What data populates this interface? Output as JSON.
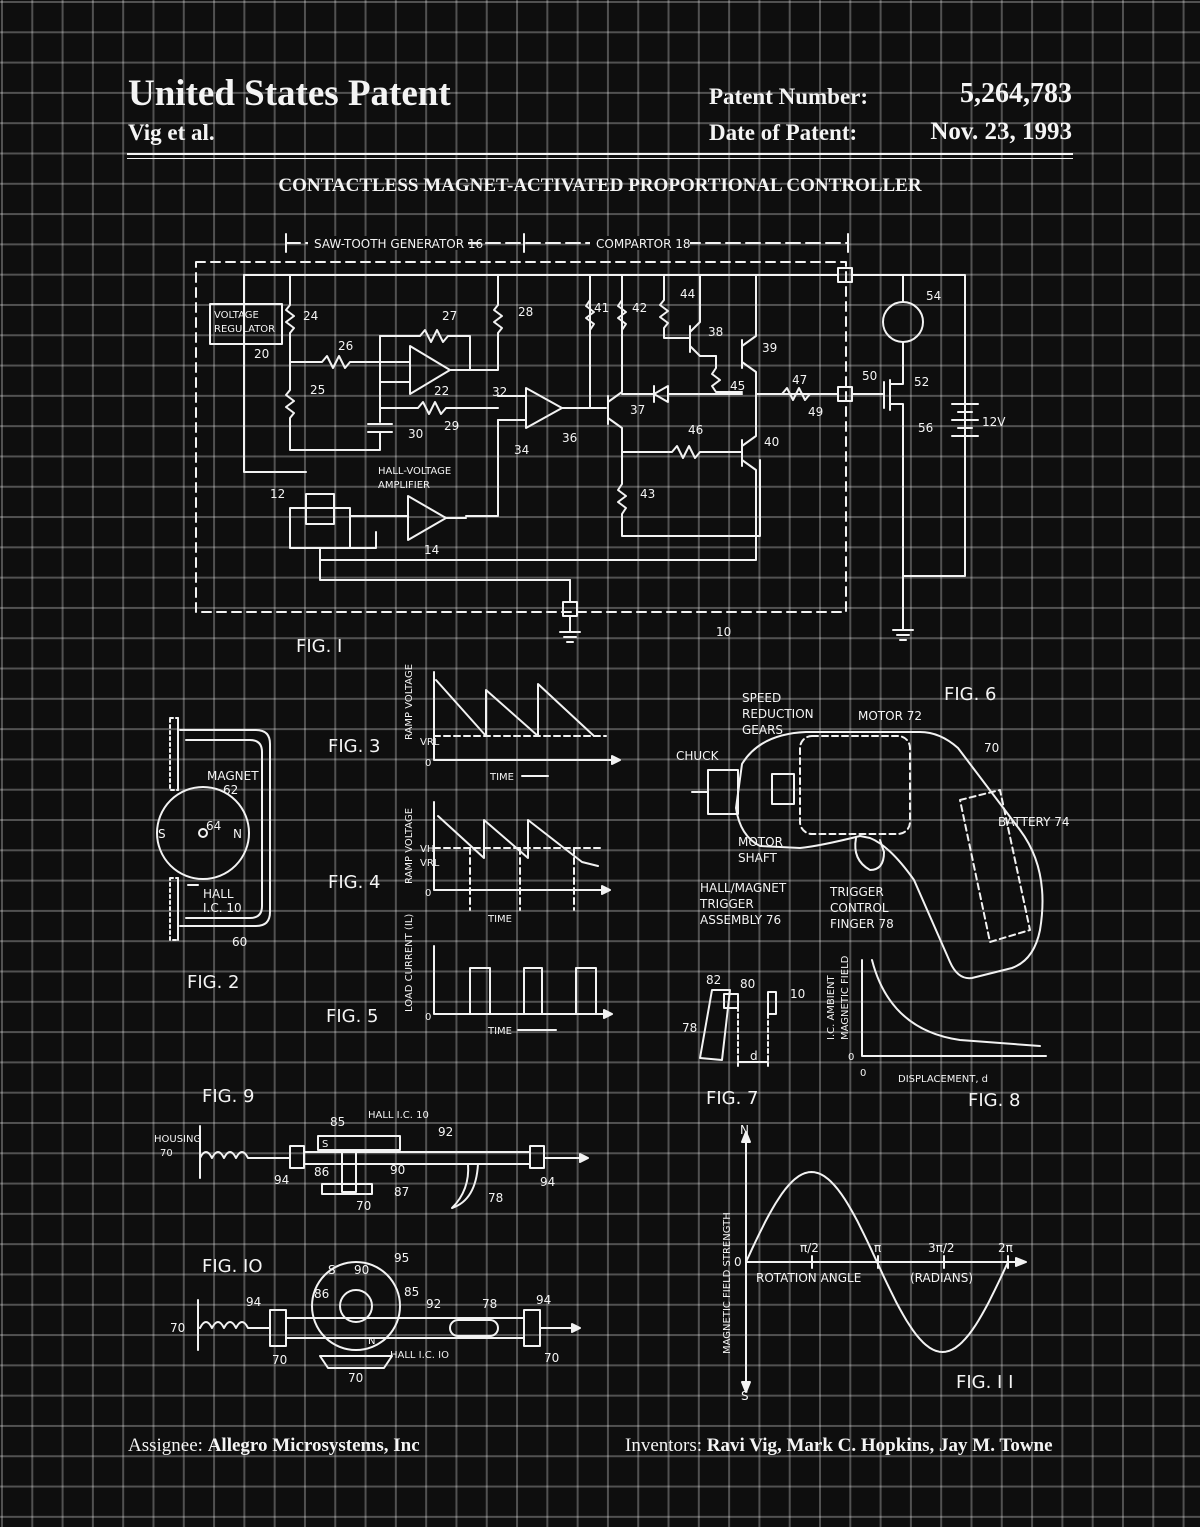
{
  "header": {
    "title": "United States Patent",
    "authors": "Vig et al.",
    "patent_number_label": "Patent Number:",
    "patent_number": "5,264,783",
    "date_label": "Date of Patent:",
    "date": "Nov. 23, 1993"
  },
  "invention_title": "CONTACTLESS MAGNET-ACTIVATED PROPORTIONAL CONTROLLER",
  "footer": {
    "assignee_label": "Assignee:",
    "assignee": "Allegro Microsystems, Inc",
    "inventors_label": "Inventors:",
    "inventors": "Ravi Vig,  Mark C. Hopkins, Jay M. Towne"
  },
  "figures": {
    "fig1": "FIG. I",
    "fig2": "FIG. 2",
    "fig3": "FIG. 3",
    "fig4": "FIG. 4",
    "fig5": "FIG. 5",
    "fig6": "FIG. 6",
    "fig7": "FIG. 7",
    "fig8": "FIG. 8",
    "fig9": "FIG. 9",
    "fig10": "FIG. IO",
    "fig11": "FIG. I I"
  },
  "fig1_labels": {
    "sawtooth": "SAW-TOOTH GENERATOR 16",
    "comparator": "COMPARTOR  18",
    "regulator_1": "VOLTAGE",
    "regulator_2": "REGULATOR",
    "hall_amp_1": "HALL-VOLTAGE",
    "hall_amp_2": "AMPLIFIER",
    "volts": "12V",
    "refs": [
      "20",
      "24",
      "25",
      "26",
      "27",
      "28",
      "22",
      "29",
      "30",
      "32",
      "34",
      "36",
      "37",
      "41",
      "42",
      "43",
      "44",
      "38",
      "39",
      "45",
      "46",
      "40",
      "47",
      "49",
      "50",
      "52",
      "54",
      "56",
      "12",
      "14",
      "10"
    ]
  },
  "fig2_labels": {
    "magnet": "MAGNET",
    "magnet_ref": "62",
    "center": "64",
    "s": "S",
    "n": "N",
    "hall": "HALL",
    "ic": "I.C. 10",
    "ref60": "60"
  },
  "fig3_labels": {
    "ylabel": "RAMP VOLTAGE",
    "vrl": "VRL",
    "zero": "0",
    "time": "TIME"
  },
  "fig4_labels": {
    "ylabel": "RAMP VOLTAGE",
    "vh": "VH",
    "vrl": "VRL",
    "zero": "0",
    "time": "TIME"
  },
  "fig5_labels": {
    "ylabel": "LOAD CURRENT (IL)",
    "zero": "0",
    "time": "TIME"
  },
  "fig6_labels": {
    "speed_1": "SPEED",
    "speed_2": "REDUCTION",
    "speed_3": "GEARS",
    "motor": "MOTOR 72",
    "chuck": "CHUCK",
    "ref70": "70",
    "shaft_1": "MOTOR",
    "shaft_2": "SHAFT",
    "battery": "BATTERY 74",
    "hall_1": "HALL/MAGNET",
    "hall_2": "TRIGGER",
    "hall_3": "ASSEMBLY 76",
    "trig_1": "TRIGGER",
    "trig_2": "CONTROL",
    "trig_3": "FINGER 78"
  },
  "fig7_labels": {
    "r82": "82",
    "r80": "80",
    "r10": "10",
    "r78": "78",
    "d": "d"
  },
  "fig8_labels": {
    "ylabel_1": "I.C. AMBIENT",
    "ylabel_2": "MAGNETIC FIELD",
    "zero_y": "0",
    "zero_x": "0",
    "xlabel": "DISPLACEMENT, d"
  },
  "fig9_labels": {
    "housing": "HOUSING",
    "r70a": "70",
    "hall": "HALL I.C. 10",
    "r85": "85",
    "s": "S",
    "r92": "92",
    "r94a": "94",
    "r86": "86",
    "r90": "90",
    "r87": "87",
    "r70b": "70",
    "r78": "78",
    "r94b": "94"
  },
  "fig10_labels": {
    "r95": "95",
    "s": "S",
    "r90": "90",
    "r86": "86",
    "r85": "85",
    "r92": "92",
    "r78": "78",
    "r94a": "94",
    "r94b": "94",
    "r70a": "70",
    "r70b": "70",
    "r70c": "70",
    "r70d": "70",
    "n": "N",
    "hall": "HALL I.C. IO"
  },
  "fig11_labels": {
    "n": "N",
    "s": "S",
    "ylabel": "MAGNETIC FIELD STRENGTH",
    "zero": "0",
    "pi2": "π/2",
    "pi": "π",
    "pi32": "3π/2",
    "pi2full": "2π",
    "xlabel": "ROTATION ANGLE",
    "unit": "(RADIANS)"
  }
}
